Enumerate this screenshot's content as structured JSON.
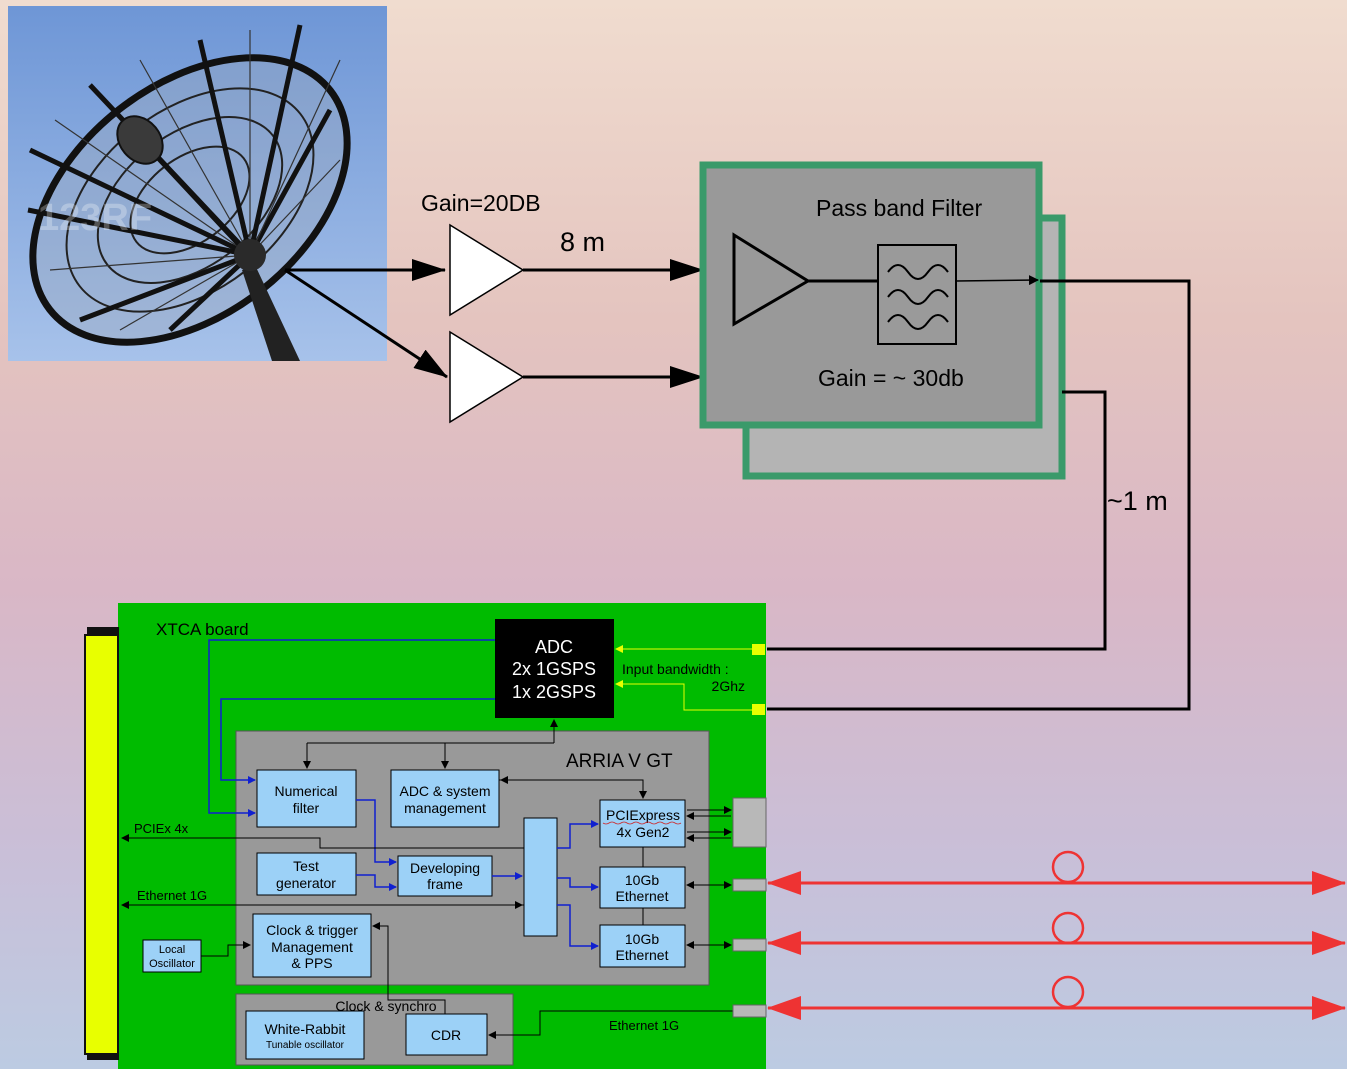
{
  "dish": {
    "watermark": "123RF"
  },
  "amplifier": {
    "gain": "Gain=20DB",
    "cable": "8 m"
  },
  "filter_box": {
    "title": "Pass band Filter",
    "gain": "Gain = ~ 30db"
  },
  "cable_short": "~1 m",
  "board": {
    "title": "XTCA board",
    "adc": {
      "line1": "ADC",
      "line2": "2x 1GSPS",
      "line3": "1x 2GSPS"
    },
    "input_bw": {
      "line1": "Input bandwidth :",
      "line2": "2Ghz"
    },
    "fpga_title": "ARRIA V GT",
    "blocks": {
      "numerical_filter": {
        "line1": "Numerical",
        "line2": "filter"
      },
      "adc_mgmt": {
        "line1": "ADC & system",
        "line2": "management"
      },
      "pciexpress": {
        "line1": "PCIExpress",
        "line2": "4x Gen2"
      },
      "eth1": {
        "line1": "10Gb",
        "line2": "Ethernet"
      },
      "eth2": {
        "line1": "10Gb",
        "line2": "Ethernet"
      },
      "test_gen": {
        "line1": "Test",
        "line2": "generator"
      },
      "dev_frame": {
        "line1": "Developing",
        "line2": "frame"
      },
      "clock_trigger": {
        "line1": "Clock & trigger",
        "line2": "Management",
        "line3": "& PPS"
      },
      "local_osc": {
        "line1": "Local",
        "line2": "Oscillator"
      },
      "clock_synchro": "Clock & synchro",
      "white_rabbit": {
        "line1": "White-Rabbit",
        "line2": "Tunable oscillator"
      },
      "cdr": "CDR"
    },
    "labels": {
      "pciex": "PCIEx 4x",
      "eth1g_left": "Ethernet  1G",
      "eth1g_bottom": "Ethernet  1G"
    }
  },
  "colors": {
    "board_green": "#00bb00",
    "filter_border": "#3a9a6a",
    "block_blue": "#9cd1f7",
    "adc_black": "#000000",
    "fiber_red": "#ee3333",
    "connector_yellow": "#e8ff00",
    "sky_blue": "#7aa0d8"
  }
}
